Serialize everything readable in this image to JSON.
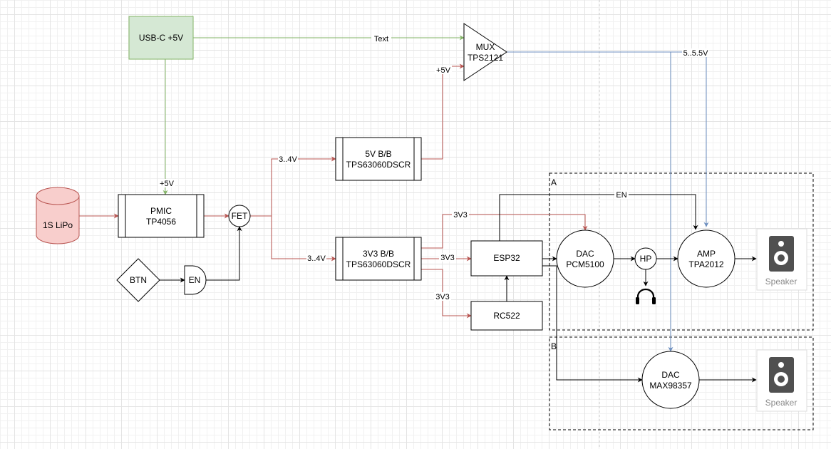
{
  "colors": {
    "stroke": "#000000",
    "power_wire": "#b85450",
    "usb_wire": "#82b366",
    "supply_wire": "#6c8ebf",
    "usb_fill": "#d5e8d4",
    "battery_fill": "#f8cecc",
    "speaker_icon": "#505050"
  },
  "nodes": {
    "usb": "USB-C +5V",
    "mux_line1": "MUX",
    "mux_line2": "TPS2121",
    "battery": "1S LiPo",
    "pmic_line1": "PMIC",
    "pmic_line2": "TP4056",
    "fet": "FET",
    "btn": "BTN",
    "en_gate": "EN",
    "bb5_line1": "5V B/B",
    "bb5_line2": "TPS63060DSCR",
    "bb33_line1": "3V3 B/B",
    "bb33_line2": "TPS63060DSCR",
    "esp32": "ESP32",
    "rc522": "RC522",
    "dac_a_line1": "DAC",
    "dac_a_line2": "PCM5100",
    "hp": "HP",
    "amp_line1": "AMP",
    "amp_line2": "TPA2012",
    "dac_b_line1": "DAC",
    "dac_b_line2": "MAX98357",
    "speaker_a": "Speaker",
    "speaker_b": "Speaker",
    "group_a": "A",
    "group_b": "B"
  },
  "edge_labels": {
    "usb_to_mux": "Text",
    "mux_out": "5..5.5V",
    "bb5_to_mux": "+5V",
    "usb_to_pmic": "+5V",
    "fet_to_bb5": "3..4V",
    "fet_to_bb33": "3..4V",
    "bb33_to_dac": "3V3",
    "bb33_to_esp": "3V3",
    "bb33_to_rc522": "3V3",
    "esp_to_amp_en": "EN"
  },
  "icons": {
    "headphones": "headphones-icon",
    "speaker": "speaker-icon"
  }
}
